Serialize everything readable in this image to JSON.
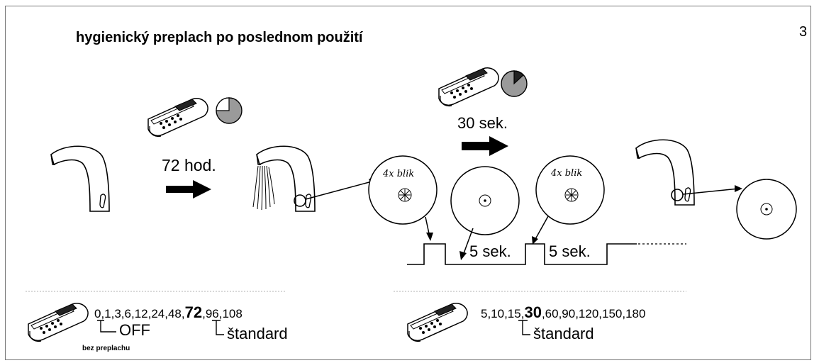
{
  "title": "hygienický preplach po poslednom použití",
  "page_number": "3",
  "interval_label": "72 hod.",
  "duration_label": "30 sek.",
  "blink_label_1": "4x blik",
  "blink_label_2": "4x blik",
  "pause_label_1": "5 sek.",
  "pause_label_2": "5 sek.",
  "interval_options": {
    "before": "0,1,3,6,12,24,48,",
    "selected": "72",
    "after": ",96,108",
    "off_label": "OFF",
    "standard_label": "štandard",
    "note": "bez preplachu"
  },
  "duration_options": {
    "before": "5,10,15,",
    "selected": "30",
    "after": ",60,90,120,150,180",
    "standard_label": "štandard"
  },
  "colors": {
    "pie_fill": "#9a9a9a",
    "line": "#000000"
  }
}
